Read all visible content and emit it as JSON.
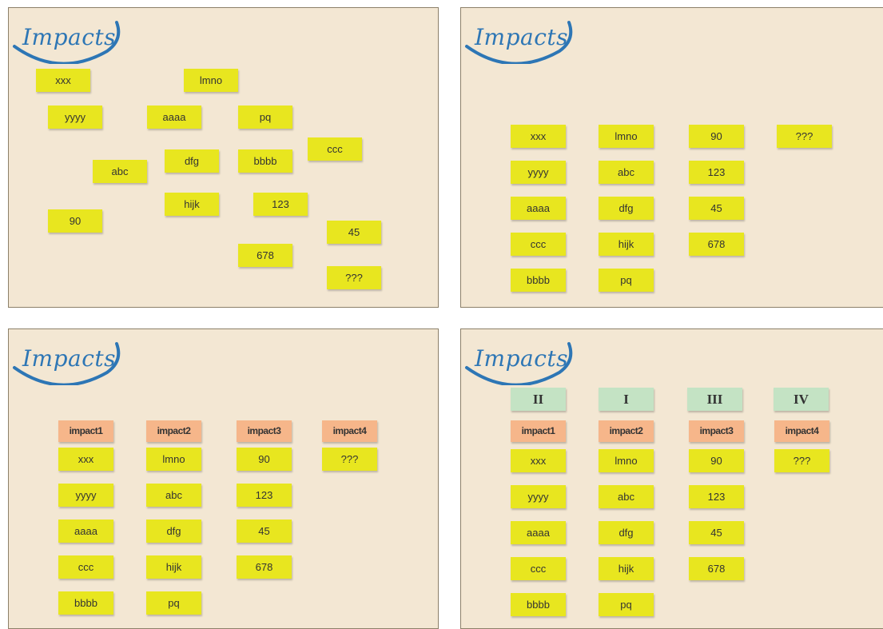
{
  "panels": {
    "p1": {
      "title": "Impacts",
      "notes": [
        "xxx",
        "lmno",
        "yyyy",
        "aaaa",
        "pq",
        "ccc",
        "abc",
        "dfg",
        "bbbb",
        "hijk",
        "123",
        "90",
        "45",
        "678",
        "???"
      ]
    },
    "p2": {
      "title": "Impacts",
      "columns": [
        [
          "xxx",
          "yyyy",
          "aaaa",
          "ccc",
          "bbbb"
        ],
        [
          "lmno",
          "abc",
          "dfg",
          "hijk",
          "pq"
        ],
        [
          "90",
          "123",
          "45",
          "678"
        ],
        [
          "???"
        ]
      ]
    },
    "p3": {
      "title": "Impacts",
      "headers": [
        "impact1",
        "impact2",
        "impact3",
        "impact4"
      ],
      "columns": [
        [
          "xxx",
          "yyyy",
          "aaaa",
          "ccc",
          "bbbb"
        ],
        [
          "lmno",
          "abc",
          "dfg",
          "hijk",
          "pq"
        ],
        [
          "90",
          "123",
          "45",
          "678"
        ],
        [
          "???"
        ]
      ]
    },
    "p4": {
      "title": "Impacts",
      "ranks": [
        "II",
        "I",
        "III",
        "IV"
      ],
      "headers": [
        "impact1",
        "impact2",
        "impact3",
        "impact4"
      ],
      "columns": [
        [
          "xxx",
          "yyyy",
          "aaaa",
          "ccc",
          "bbbb"
        ],
        [
          "lmno",
          "abc",
          "dfg",
          "hijk",
          "pq"
        ],
        [
          "90",
          "123",
          "45",
          "678"
        ],
        [
          "???"
        ]
      ]
    }
  },
  "colors": {
    "note_yellow": "#e8e61f",
    "header_orange": "#f6b68a",
    "rank_green": "#c4e3c4",
    "panel_bg": "#f3e7d3",
    "title_blue": "#2d76b5"
  }
}
